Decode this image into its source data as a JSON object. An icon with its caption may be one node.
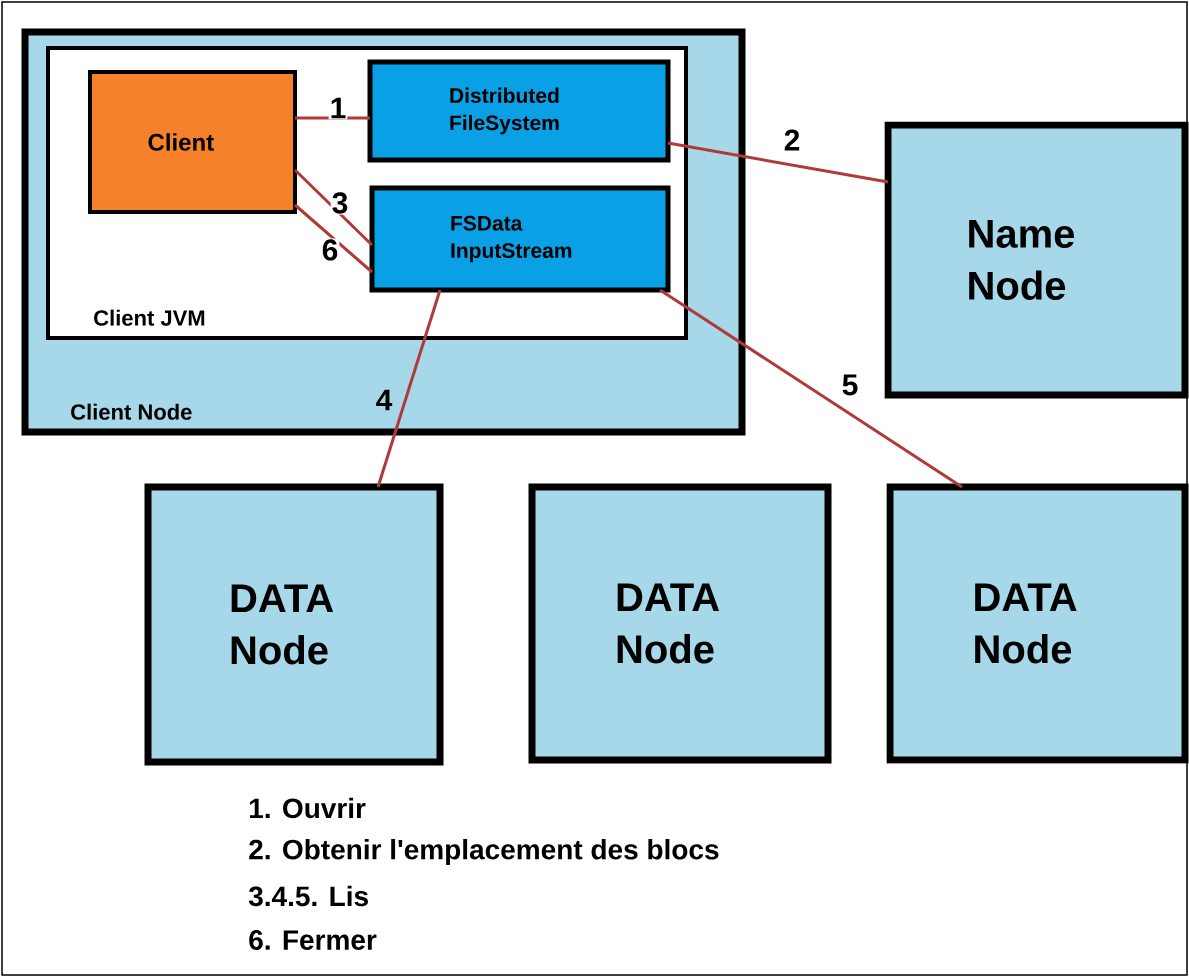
{
  "diagram": {
    "nodes": [
      {
        "text": [
          "Client Node"
        ]
      },
      {
        "text": [
          "Client JVM"
        ],
        "in": 0
      },
      {
        "text": [
          "Client"
        ],
        "in": 1
      },
      {
        "text": [
          "Distributed FileSystem"
        ],
        "in": 1
      },
      {
        "text": [
          "FSData InputStream"
        ],
        "in": 1
      },
      {
        "text": [
          "Name Node"
        ]
      },
      {
        "text": [
          "DATA Node"
        ]
      },
      {
        "text": [
          "DATA Node"
        ]
      },
      {
        "text": [
          "DATA Node"
        ]
      }
    ],
    "edges": [
      {
        "from": 2,
        "to": 3,
        "arrow": "none",
        "label": "1"
      },
      {
        "from": 3,
        "to": 5,
        "arrow": "none",
        "label": "2"
      },
      {
        "from": 2,
        "to": 4,
        "arrow": "none",
        "label": "3"
      },
      {
        "from": 2,
        "to": 4,
        "arrow": "none",
        "label": "6"
      },
      {
        "from": 4,
        "to": 6,
        "arrow": "none",
        "label": "4"
      },
      {
        "from": 4,
        "to": 8,
        "arrow": "none",
        "label": "5"
      }
    ],
    "labels": [
      "1. Ouvrir",
      "2. Obtenir l'emplacement des blocs",
      "3.4.5. Lis",
      "6. Fermer"
    ]
  }
}
